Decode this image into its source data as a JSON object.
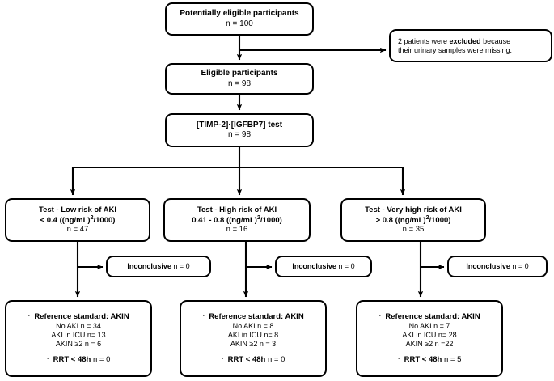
{
  "diagram": {
    "title": "STARD participant flow diagram",
    "stroke_color": "#000000",
    "background": "#ffffff"
  },
  "nodes": {
    "eligible_pool": {
      "label": "Potentially eligible participants",
      "count": "n = 100"
    },
    "excluded": {
      "line1_pre": "2 patients were ",
      "line1_bold": "excluded",
      "line1_post": " because",
      "line2": "their urinary samples were missing."
    },
    "eligible": {
      "label": "Eligible participants",
      "count": "n = 98"
    },
    "test": {
      "label": "[TIMP-2]·[IGFBP7] test",
      "count": "n = 98"
    },
    "risk_low": {
      "label": "Test - Low risk of AKI",
      "threshold_pre": "< 0.4 ((ng/mL)",
      "threshold_sup": "2",
      "threshold_post": "/1000)",
      "count": "n = 47"
    },
    "risk_high": {
      "label": "Test - High risk of AKI",
      "threshold_pre": "0.41 - 0.8 ((ng/mL)",
      "threshold_sup": "2",
      "threshold_post": "/1000)",
      "count": "n = 16"
    },
    "risk_very_high": {
      "label": "Test - Very high risk of AKI",
      "threshold_pre": "> 0.8 ((ng/mL)",
      "threshold_sup": "2",
      "threshold_post": "/1000)",
      "count": "n = 35"
    },
    "inconclusive_low": {
      "label_bold": "Inconclusive",
      "count": " n = 0"
    },
    "inconclusive_high": {
      "label_bold": "Inconclusive",
      "count": " n = 0"
    },
    "inconclusive_very_high": {
      "label_bold": "Inconclusive",
      "count": " n = 0"
    },
    "result_low": {
      "bullet": "·",
      "reference_standard": "Reference standard: AKIN",
      "no_aki": "No AKI n = 34",
      "aki_in_icu": "AKI in ICU n= 13",
      "akin_ge2": "AKIN ≥2  n = 6",
      "rrt_bold": "RRT < 48h",
      "rrt_count": "  n = 0"
    },
    "result_high": {
      "bullet": "·",
      "reference_standard": "Reference standard: AKIN",
      "no_aki": "No AKI n = 8",
      "aki_in_icu": "AKI in ICU n= 8",
      "akin_ge2": "AKIN ≥2  n = 3",
      "rrt_bold": "RRT < 48h",
      "rrt_count": "  n = 0"
    },
    "result_very_high": {
      "bullet": "·",
      "reference_standard": "Reference standard: AKIN",
      "no_aki": "No AKI n = 7",
      "aki_in_icu": "AKI in ICU n= 28",
      "akin_ge2": "AKIN ≥2  n =22",
      "rrt_bold": "RRT < 48h",
      "rrt_count": "  n = 5"
    }
  }
}
